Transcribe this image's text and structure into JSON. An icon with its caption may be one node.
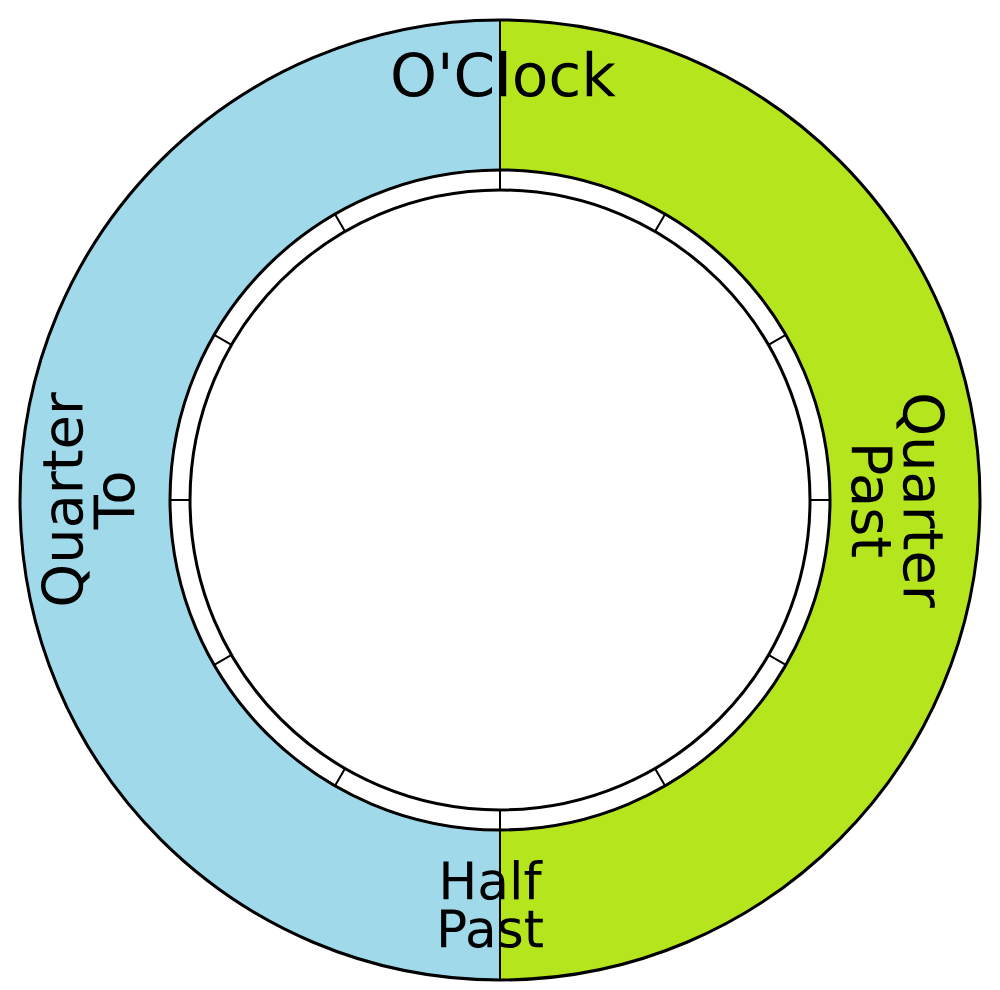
{
  "diagram": {
    "labels": [
      "O'Clock",
      "Quarter To",
      "Quarter Past",
      "Half Past"
    ]
  }
}
